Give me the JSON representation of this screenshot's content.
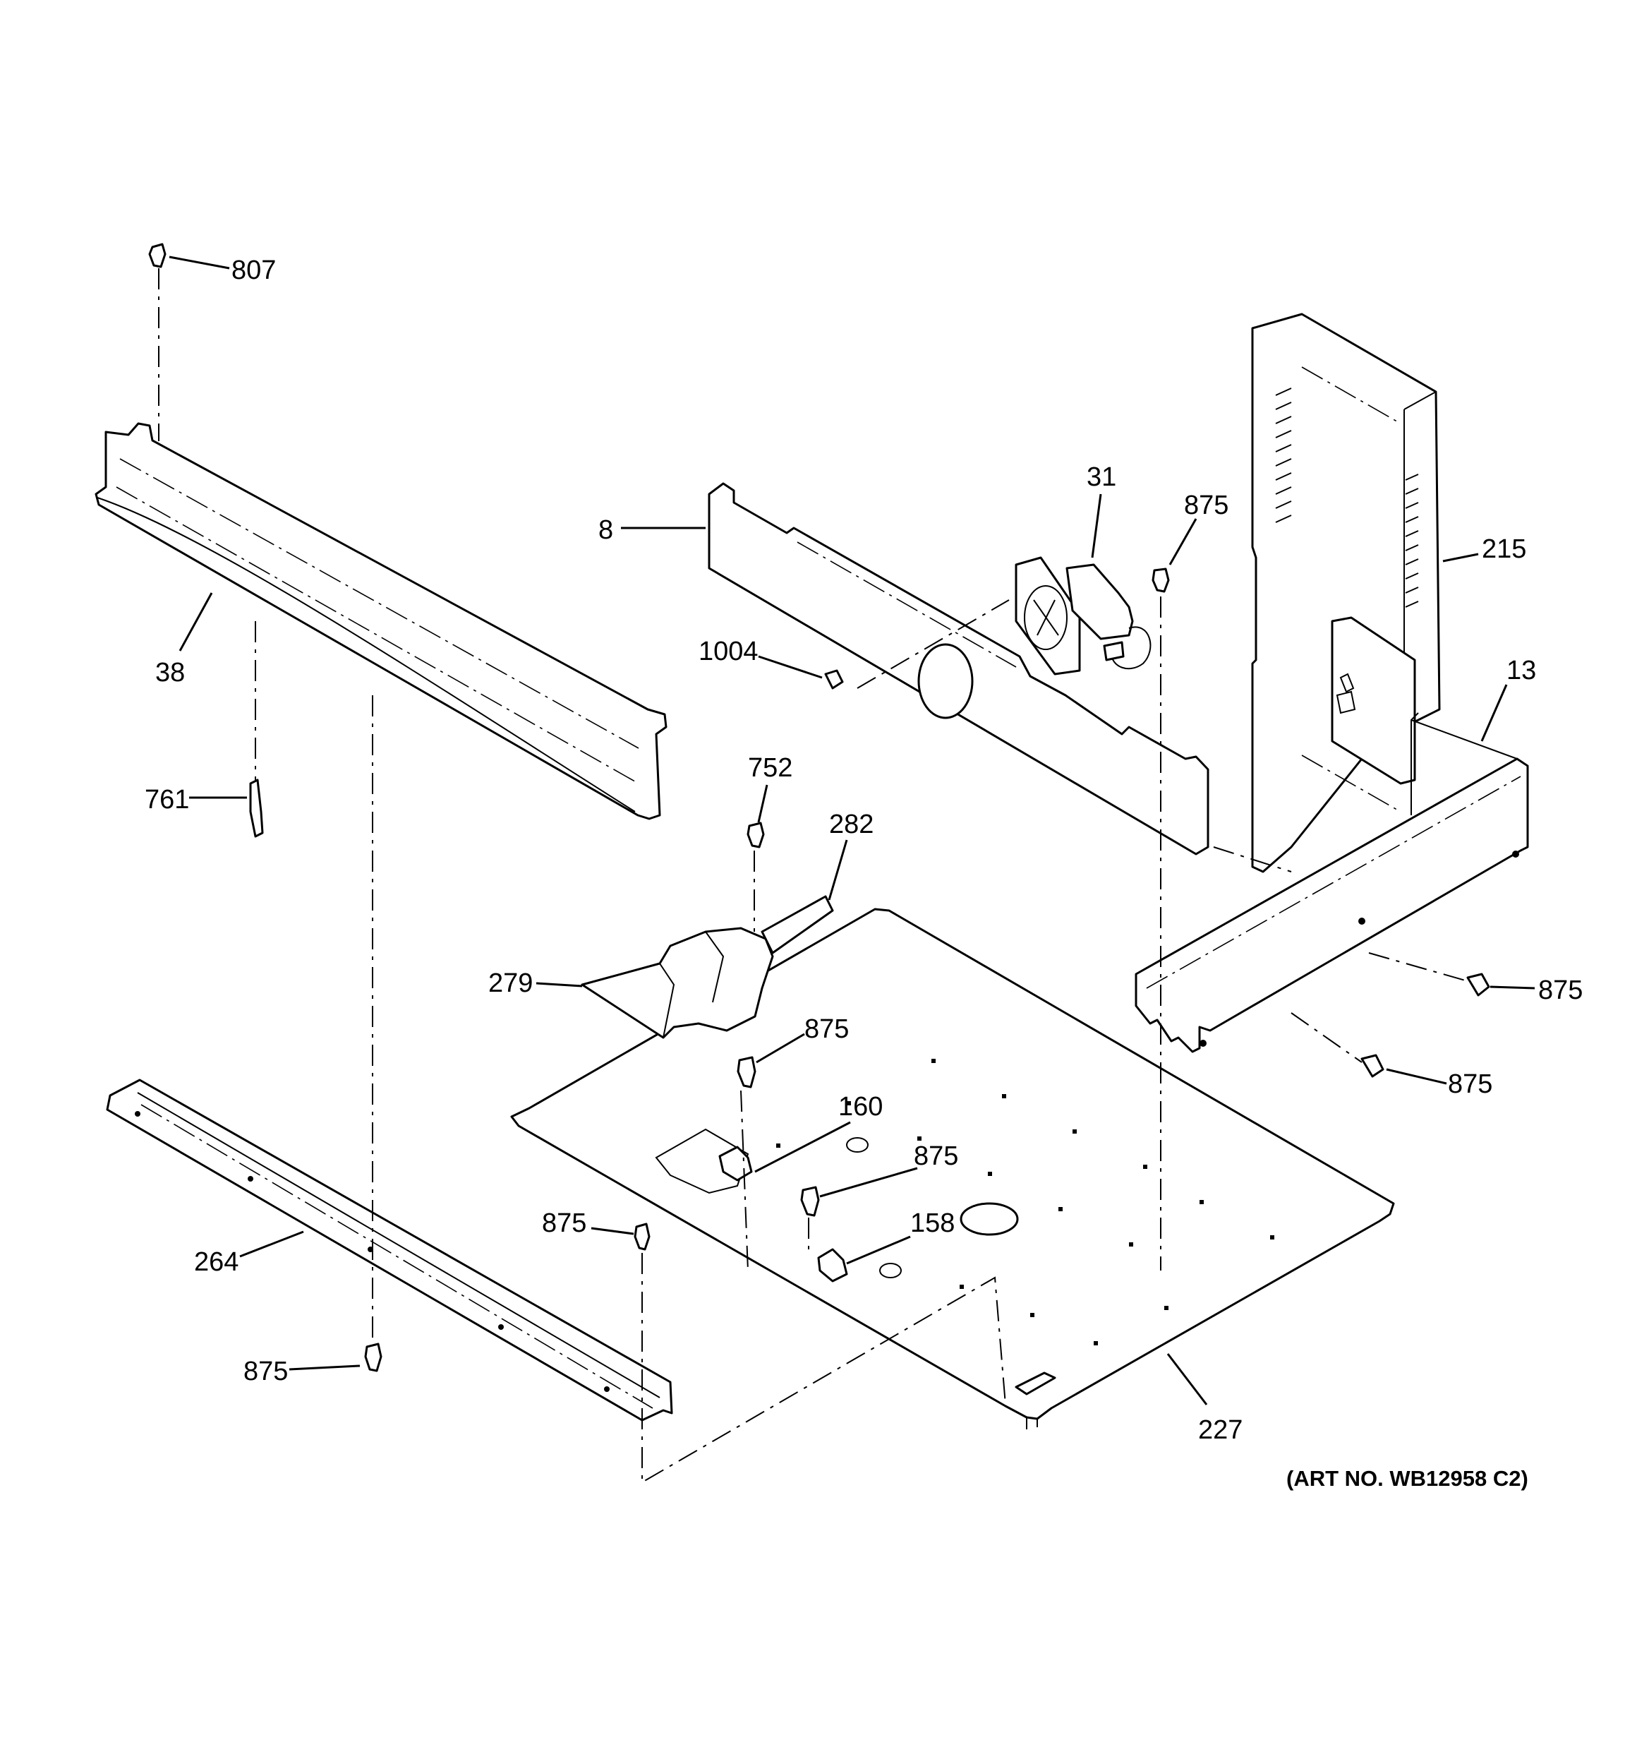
{
  "callouts": [
    {
      "id": "c807",
      "label": "807"
    },
    {
      "id": "c8",
      "label": "8"
    },
    {
      "id": "c31",
      "label": "31"
    },
    {
      "id": "c875a",
      "label": "875"
    },
    {
      "id": "c215",
      "label": "215"
    },
    {
      "id": "c38",
      "label": "38"
    },
    {
      "id": "c1004",
      "label": "1004"
    },
    {
      "id": "c13",
      "label": "13"
    },
    {
      "id": "c752",
      "label": "752"
    },
    {
      "id": "c761",
      "label": "761"
    },
    {
      "id": "c282",
      "label": "282"
    },
    {
      "id": "c279",
      "label": "279"
    },
    {
      "id": "c875b",
      "label": "875"
    },
    {
      "id": "c875c",
      "label": "875"
    },
    {
      "id": "c875d",
      "label": "875"
    },
    {
      "id": "c160",
      "label": "160"
    },
    {
      "id": "c875e",
      "label": "875"
    },
    {
      "id": "c875f",
      "label": "875"
    },
    {
      "id": "c158",
      "label": "158"
    },
    {
      "id": "c264",
      "label": "264"
    },
    {
      "id": "c875g",
      "label": "875"
    },
    {
      "id": "c227",
      "label": "227"
    }
  ],
  "art_number": "(ART NO. WB12958 C2)"
}
